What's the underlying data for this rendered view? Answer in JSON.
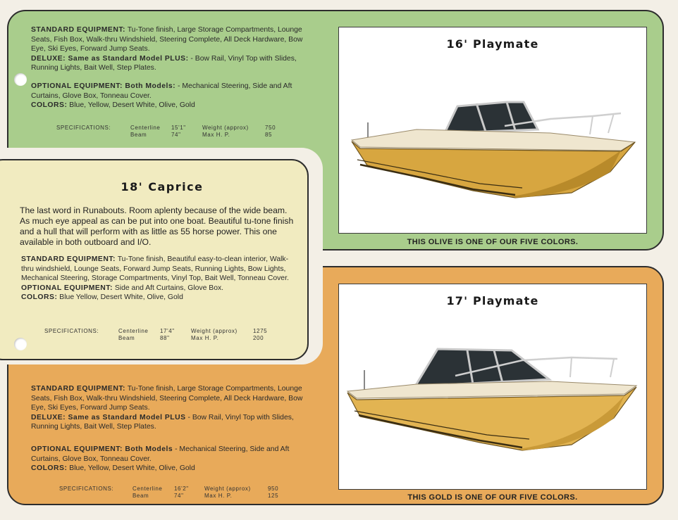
{
  "playmate16": {
    "standard_label": "STANDARD EQUIPMENT:",
    "standard_text": " Tu-Tone finish, Large Storage Compartments, Lounge Seats, Fish Box, Walk-thru Windshield, Steering Complete, All Deck Hardware, Bow Eye, Ski Eyes, Forward Jump Seats.",
    "deluxe_label": "DELUXE: Same as Standard Model PLUS:",
    "deluxe_text": " - Bow Rail, Vinyl Top with Slides, Running Lights, Bait Well, Step Plates.",
    "optional_label": "OPTIONAL EQUIPMENT: Both Models:",
    "optional_text": " - Mechanical Steering, Side and Aft Curtains, Glove Box, Tonneau Cover.",
    "colors_label": "COLORS:",
    "colors_text": " Blue, Yellow, Desert White, Olive, Gold",
    "specs": {
      "label": "SPECIFICATIONS:",
      "row1_name": "Centerline",
      "row1_value": "15'1\"",
      "row2_name": "Beam",
      "row2_value": "74\"",
      "row3_name": "Weight (approx)",
      "row3_value": "750",
      "row4_name": "Max H. P.",
      "row4_value": "85"
    },
    "title": "16'  Playmate",
    "caption": "THIS OLIVE IS ONE OF OUR FIVE COLORS."
  },
  "caprice18": {
    "title": "18'  Caprice",
    "intro": "The last word in Runabouts. Room aplenty because of the wide beam. As much eye appeal as can be put into one boat. Beautiful tu-tone finish and a hull that will perform with as little as 55 horse power. This one available in both outboard and I/O.",
    "standard_label": "STANDARD EQUIPMENT:",
    "standard_text": " Tu-Tone finish, Beautiful easy-to-clean interior, Walk-thru windshield, Lounge Seats, Forward Jump Seats, Running Lights, Bow Lights, Mechanical Steering, Storage Compartments, Vinyl Top, Bait Well, Tonneau Cover.",
    "optional_label": "OPTIONAL EQUIPMENT:",
    "optional_text": " Side and Aft Curtains, Glove Box.",
    "colors_label": "COLORS:",
    "colors_text": " Blue Yellow, Desert White, Olive, Gold",
    "specs": {
      "label": "SPECIFICATIONS:",
      "row1_name": "Centerline",
      "row1_value": "17'4\"",
      "row2_name": "Beam",
      "row2_value": "88\"",
      "row3_name": "Weight (approx)",
      "row3_value": "1275",
      "row4_name": "Max H. P.",
      "row4_value": "200"
    }
  },
  "playmate17": {
    "standard_label": "STANDARD EQUIPMENT:",
    "standard_text": " Tu-Tone finish, Large Storage Compartments, Lounge Seats, Fish Box, Walk-thru Windshield, Steering Complete, All Deck Hardware, Bow Eye, Ski Eyes, Forward Jump Seats.",
    "deluxe_label": "DELUXE: Same as Standard Model PLUS",
    "deluxe_text": " - Bow Rail, Vinyl Top with Slides, Running Lights, Bait Well, Step Plates.",
    "optional_label": "OPTIONAL EQUIPMENT: Both Models",
    "optional_text": " - Mechanical Steering, Side and Aft Curtains, Glove Box, Tonneau Cover.",
    "colors_label": "COLORS:",
    "colors_text": " Blue, Yellow, Desert White, Olive, Gold",
    "specs": {
      "label": "SPECIFICATIONS:",
      "row1_name": "Centerline",
      "row1_value": "16'2\"",
      "row2_name": "Beam",
      "row2_value": "74\"",
      "row3_name": "Weight (approx)",
      "row3_value": "950",
      "row4_name": "Max H. P.",
      "row4_value": "125"
    },
    "title": "17'  Playmate",
    "caption": "THIS GOLD IS ONE OF OUR FIVE COLORS."
  },
  "colors": {
    "green": "#a9cd8c",
    "cream": "#f1ebc0",
    "orange": "#e8aa5a",
    "hull_olive": "#d7a640",
    "hull_gold": "#e2b452"
  }
}
